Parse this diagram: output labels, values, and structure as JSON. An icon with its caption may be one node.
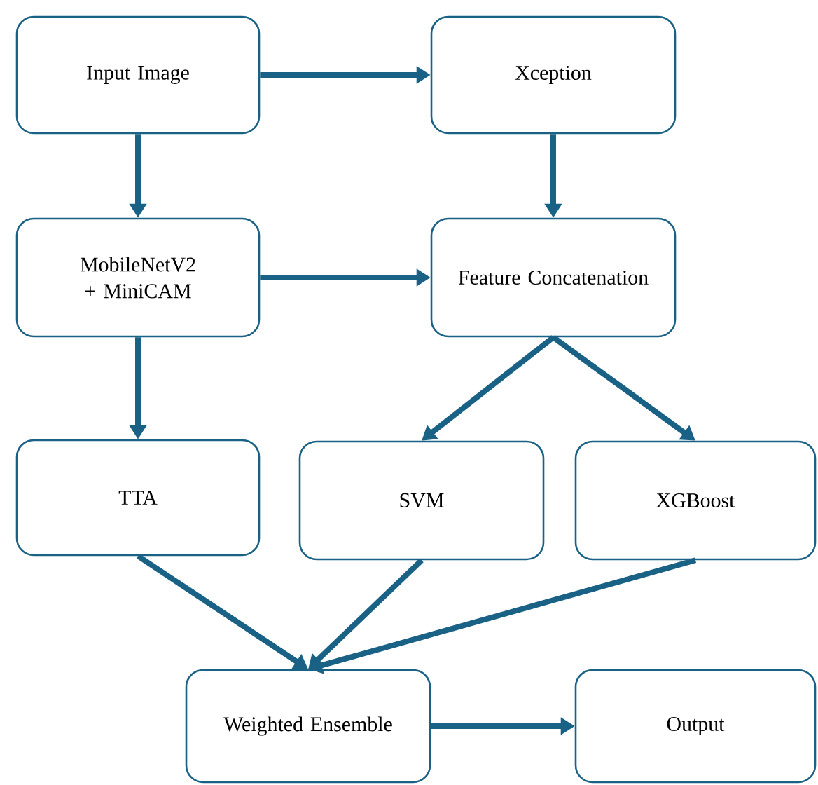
{
  "diagram": {
    "nodes": [
      {
        "text": [
          "Input Image"
        ]
      },
      {
        "text": [
          "Xception"
        ]
      },
      {
        "text": [
          "MobileNetV2 + MiniCAM"
        ]
      },
      {
        "text": [
          "Feature Concatenation"
        ]
      },
      {
        "text": [
          "TTA"
        ]
      },
      {
        "text": [
          "SVM"
        ]
      },
      {
        "text": [
          "XGBoost"
        ]
      },
      {
        "text": [
          "Weighted Ensemble"
        ]
      },
      {
        "text": [
          "Output"
        ]
      }
    ],
    "edges": [
      {
        "from": 0,
        "to": 1,
        "arrow": "to"
      },
      {
        "from": 0,
        "to": 2,
        "arrow": "to"
      },
      {
        "from": 1,
        "to": 3,
        "arrow": "to"
      },
      {
        "from": 2,
        "to": 3,
        "arrow": "to"
      },
      {
        "from": 2,
        "to": 4,
        "arrow": "to"
      },
      {
        "from": 3,
        "to": 5,
        "arrow": "to"
      },
      {
        "from": 3,
        "to": 6,
        "arrow": "to"
      },
      {
        "from": 4,
        "to": 7,
        "arrow": "to"
      },
      {
        "from": 5,
        "to": 7,
        "arrow": "to"
      },
      {
        "from": 6,
        "to": 7,
        "arrow": "to"
      },
      {
        "from": 7,
        "to": 8,
        "arrow": "to"
      }
    ]
  }
}
